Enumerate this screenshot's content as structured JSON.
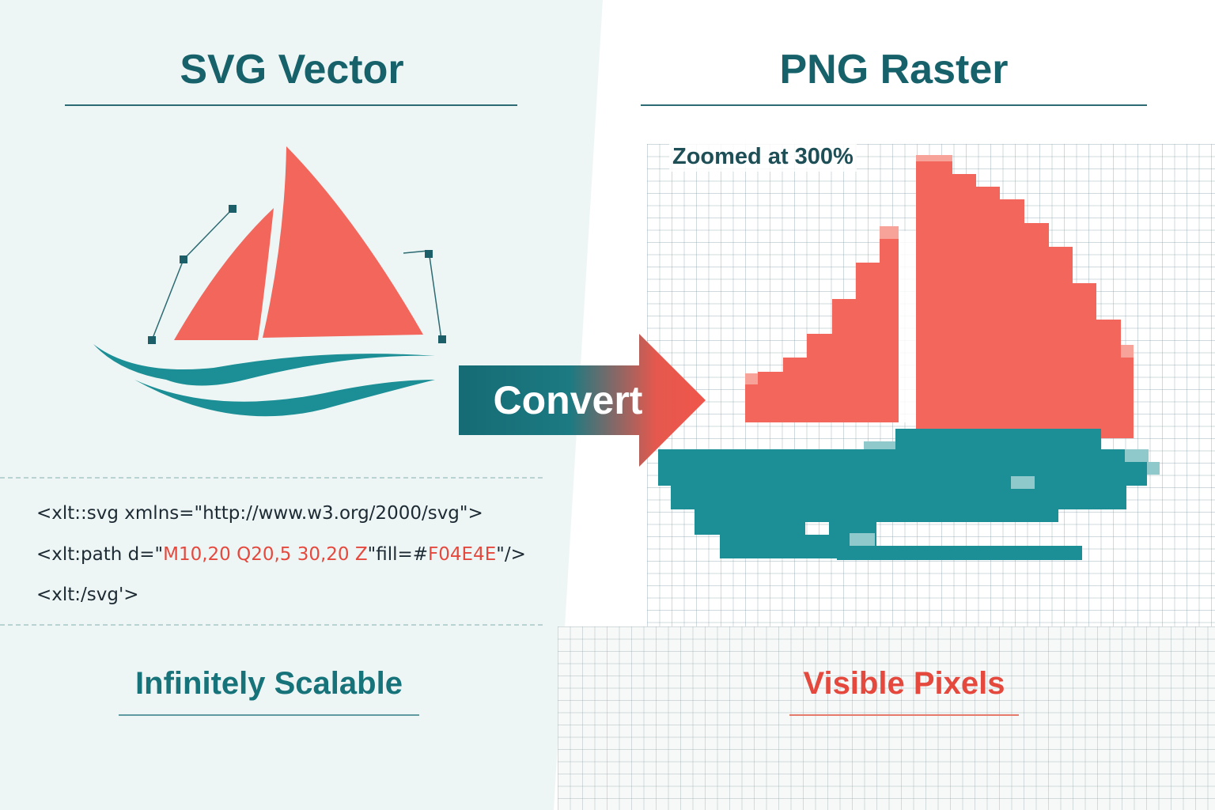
{
  "left_panel": {
    "title": "SVG Vector",
    "code_lines": [
      [
        "<xlt::svg xmlns=\"http://www.w3.org/2000/svg\">"
      ],
      [
        "<xlt:path d=\"",
        "M10,20 Q20,5 30,20 Z",
        "\"fill=#",
        "F04E4E",
        "\"/>"
      ],
      [
        "<xlt:/svg'>"
      ]
    ],
    "caption": "Infinitely Scalable"
  },
  "arrow": {
    "label": "Convert"
  },
  "right_panel": {
    "title": "PNG Raster",
    "zoom_label": "Zoomed at 300%",
    "caption": "Visible Pixels"
  },
  "colors": {
    "teal": "#1b8f95",
    "dark_teal": "#17616b",
    "coral": "#f2665c",
    "red": "#e5483d",
    "panel_bg": "#eef6f5"
  },
  "icons": {
    "vector_art": "sailboat-vector-icon",
    "raster_art": "sailboat-pixel-icon",
    "arrow": "convert-arrow-icon"
  }
}
